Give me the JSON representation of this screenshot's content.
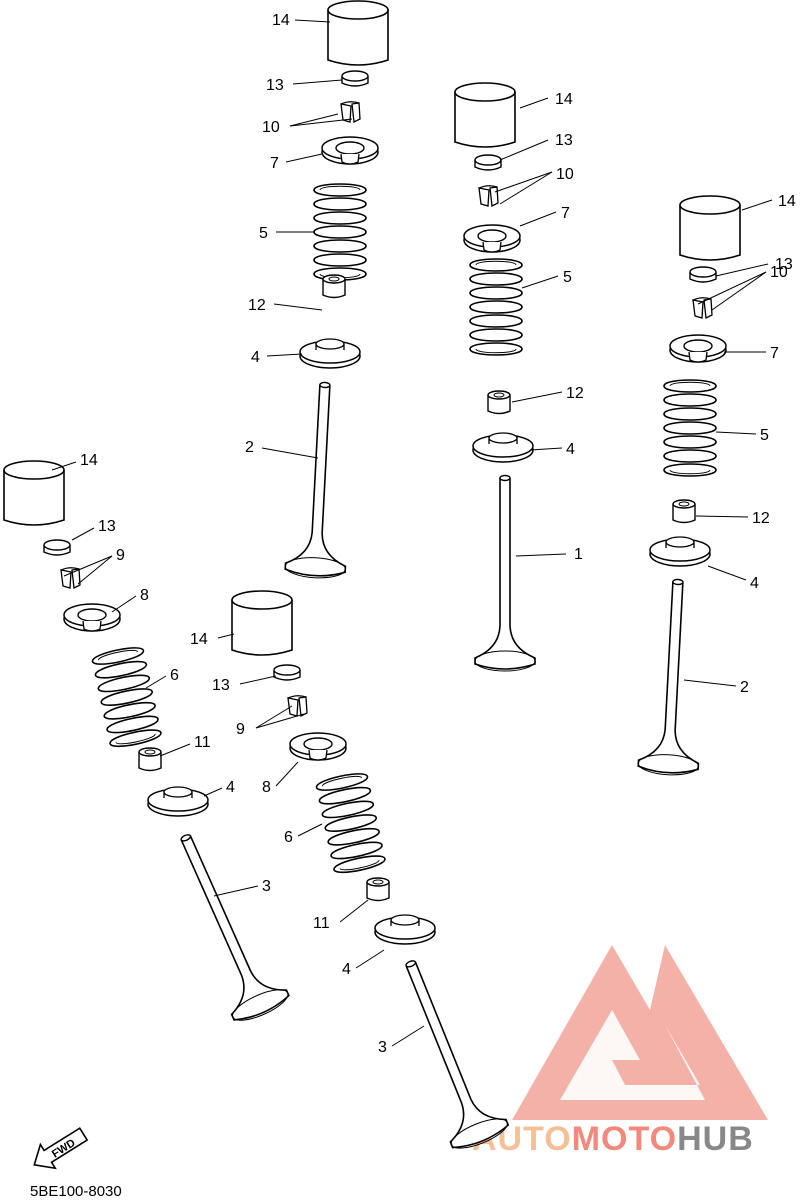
{
  "diagram_code": "5BE100-8030",
  "fwd_label": "FWD",
  "logo": {
    "part1": "AUTO",
    "part2": "MOTO",
    "part3": "HUB",
    "color_light": "#f7b98a",
    "color_mid": "#f07d6e",
    "color_dark": "#7c7c7c"
  },
  "callouts": {
    "a_14": "14",
    "a_13": "13",
    "a_10": "10",
    "a_7": "7",
    "a_5": "5",
    "a_12": "12",
    "a_4": "4",
    "a_2": "2",
    "b_14": "14",
    "b_13": "13",
    "b_10": "10",
    "b_7": "7",
    "b_5": "5",
    "b_12": "12",
    "b_4": "4",
    "b_1": "1",
    "c_14": "14",
    "c_13": "13",
    "c_10": "10",
    "c_7": "7",
    "c_5": "5",
    "c_12": "12",
    "c_4": "4",
    "c_2": "2",
    "d_14": "14",
    "d_13": "13",
    "d_9": "9",
    "d_8": "8",
    "d_6": "6",
    "d_11": "11",
    "d_4": "4",
    "d_3": "3",
    "e_14": "14",
    "e_13": "13",
    "e_9": "9",
    "e_8": "8",
    "e_6": "6",
    "e_11": "11",
    "e_4": "4",
    "e_3": "3"
  }
}
